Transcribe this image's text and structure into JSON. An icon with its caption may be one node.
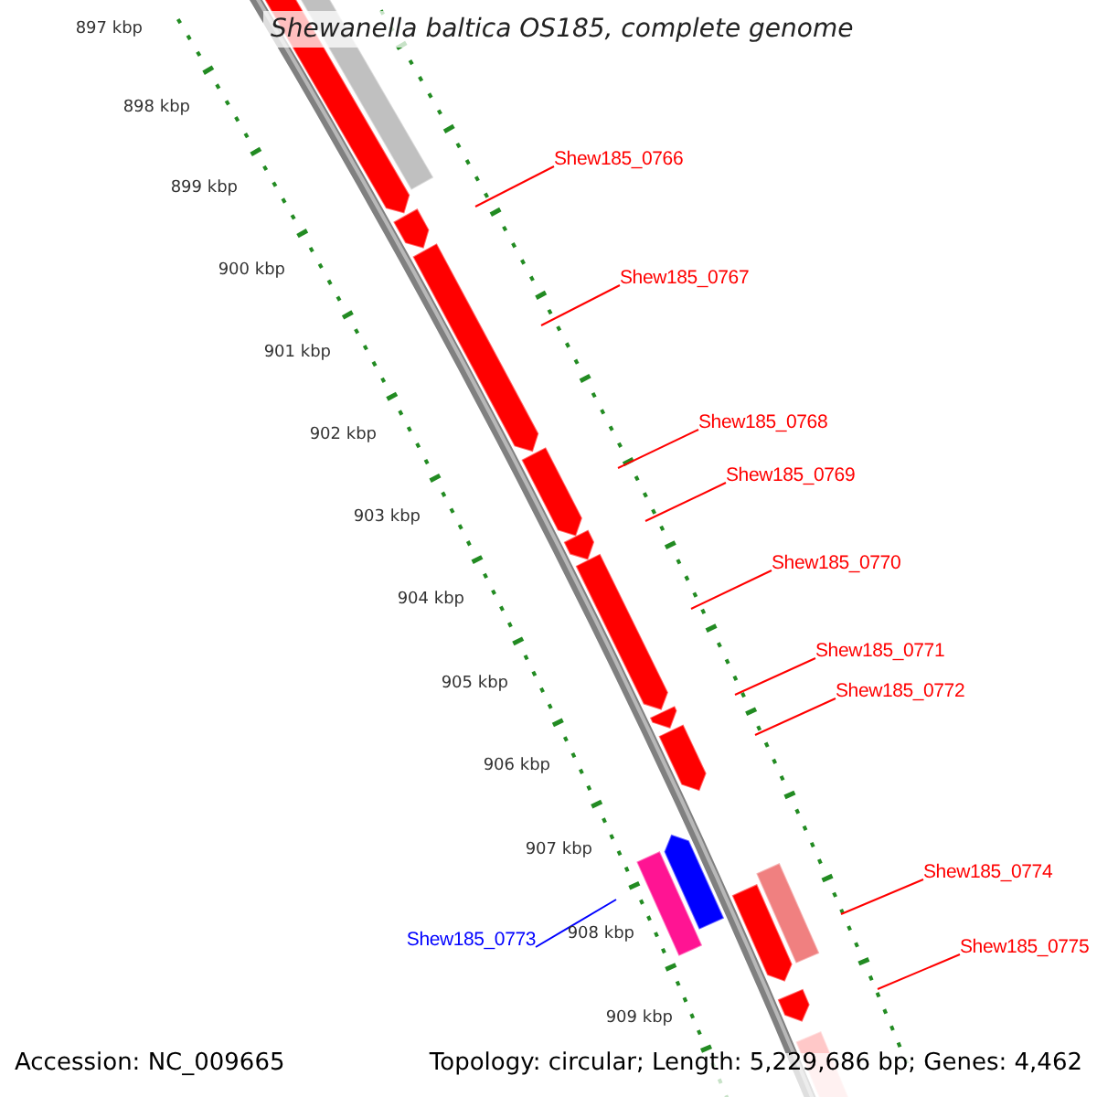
{
  "diagram": {
    "title": "Shewanella baltica OS185, complete genome",
    "nodes": [
      {
        "text": [
          "Shew185_0766"
        ]
      },
      {
        "text": [
          "Shew185_0767"
        ]
      },
      {
        "text": [
          "Shew185_0768"
        ]
      },
      {
        "text": [
          "Shew185_0769"
        ]
      },
      {
        "text": [
          "Shew185_0770"
        ]
      },
      {
        "text": [
          "Shew185_0771"
        ]
      },
      {
        "text": [
          "Shew185_0772"
        ]
      },
      {
        "text": [
          "Shew185_0774"
        ]
      },
      {
        "text": [
          "Shew185_0773"
        ]
      },
      {
        "text": [
          "Shew185_0775"
        ]
      }
    ],
    "edges": [
      {
        "from": 0,
        "to": null,
        "arrow": "none"
      },
      {
        "from": 1,
        "to": null,
        "arrow": "none"
      },
      {
        "from": 2,
        "to": null,
        "arrow": "none"
      },
      {
        "from": 3,
        "to": null,
        "arrow": "none"
      },
      {
        "from": 4,
        "to": null,
        "arrow": "none"
      },
      {
        "from": 5,
        "to": null,
        "arrow": "none"
      },
      {
        "from": 6,
        "to": null,
        "arrow": "none"
      },
      {
        "from": 7,
        "to": null,
        "arrow": "none"
      },
      {
        "from": 8,
        "to": null,
        "arrow": "none",
        "color": "#0000ff"
      },
      {
        "from": 9,
        "to": null,
        "arrow": "none"
      }
    ],
    "labels": [
      "897 kbp",
      "898 kbp",
      "899 kbp",
      "900 kbp",
      "901 kbp",
      "902 kbp",
      "903 kbp",
      "904 kbp",
      "905 kbp",
      "906 kbp",
      "907 kbp",
      "908 kbp",
      "909 kbp",
      "Accession: NC_009665",
      "Topology: circular; Length: 5,229,686 bp; Genes: 4,462"
    ]
  }
}
